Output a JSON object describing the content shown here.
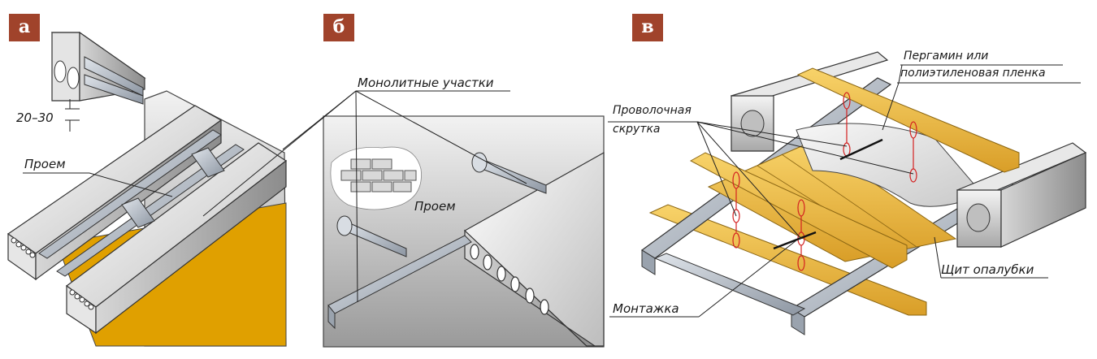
{
  "panels": [
    {
      "tag": "а",
      "labels": {
        "dimension": "20–30",
        "opening": "Проем"
      }
    },
    {
      "tag": "б",
      "labels": {
        "monolithic": "Монолитные участки",
        "opening": "Проем"
      }
    },
    {
      "tag": "в",
      "labels": {
        "membrane_line1": "Пергамин или",
        "membrane_line2": "полиэтиленовая пленка",
        "wire_line1": "Проволочная",
        "wire_line2": "скрутка",
        "mounting": "Монтажка",
        "formwork": "Щит опалубки"
      }
    }
  ],
  "colors": {
    "tag_bg": "#a0432b",
    "concrete_light": "#f0f0f0",
    "concrete_mid": "#c8c8c8",
    "concrete_dark": "#8f8f8f",
    "steel": "#b4bcc6",
    "wood": "#f0c050",
    "wood_dark": "#d9a22e",
    "floor": "#e0a000",
    "wire": "#d42020"
  }
}
